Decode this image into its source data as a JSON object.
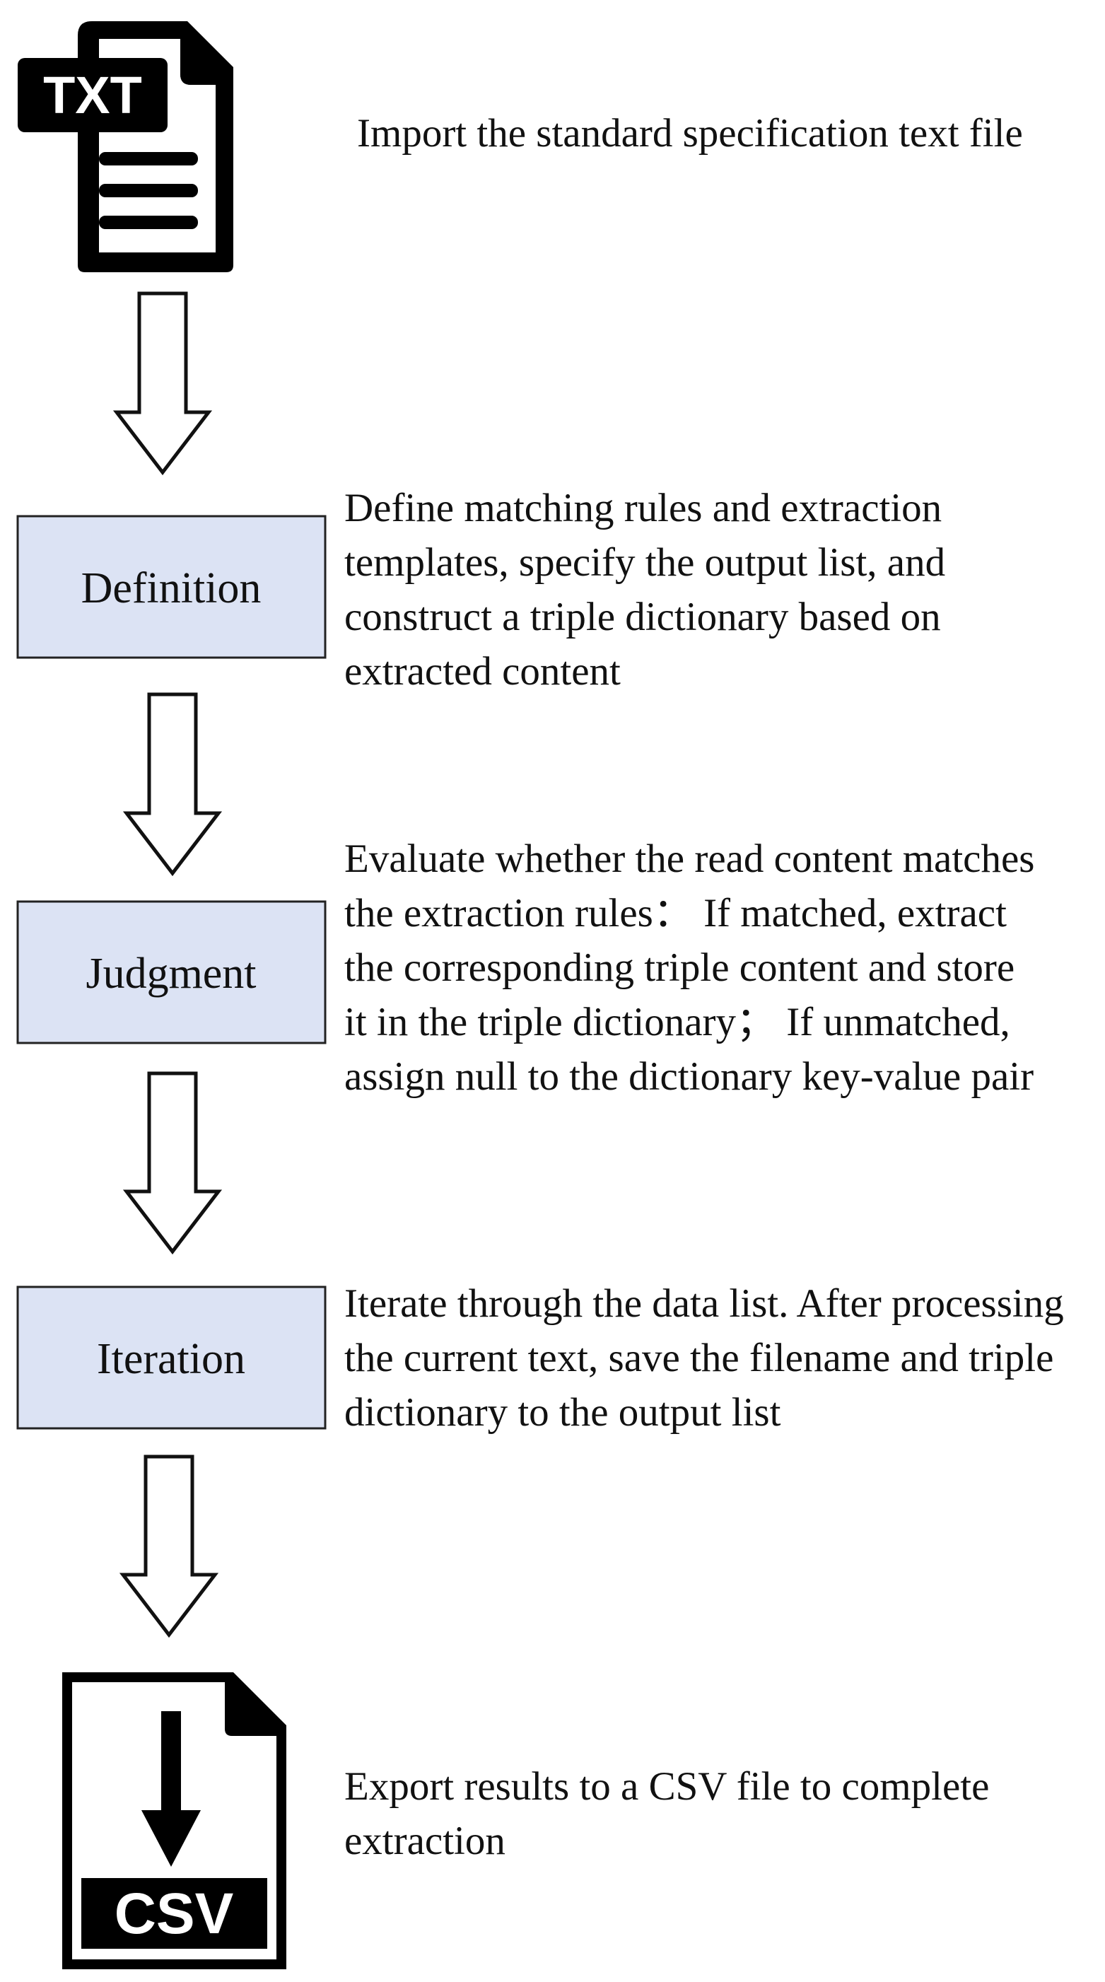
{
  "icons": {
    "input_file": {
      "name": "txt-file-icon",
      "label": "TXT"
    },
    "output_file": {
      "name": "csv-file-icon",
      "label": "CSV"
    }
  },
  "steps": {
    "import": {
      "description": "Import the standard specification text file"
    },
    "definition": {
      "label": "Definition",
      "description": "Define matching rules and extraction\ntemplates, specify the output list, and\nconstruct a triple dictionary based on\nextracted content"
    },
    "judgment": {
      "label": "Judgment",
      "description": "Evaluate whether the read content matches\nthe extraction rules：  If matched, extract\nthe corresponding triple content and store\nit in the triple dictionary；  If unmatched,\nassign null to the dictionary key-value pair"
    },
    "iteration": {
      "label": "Iteration",
      "description": "Iterate through the data list. After processing\nthe current text, save the filename and triple\ndictionary to the output list"
    },
    "export": {
      "description": "Export results to a CSV file to complete\nextraction"
    }
  },
  "colors": {
    "box_fill": "#dce3f4",
    "box_stroke": "#222222",
    "icon": "#000000",
    "arrow_fill": "#ffffff",
    "arrow_stroke": "#111111"
  }
}
